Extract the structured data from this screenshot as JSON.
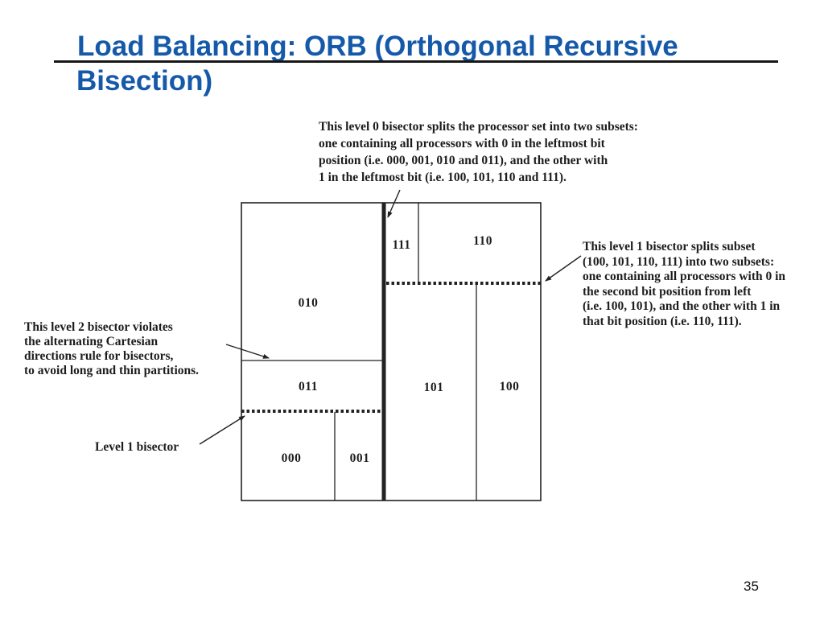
{
  "colors": {
    "title-color": "#1559a9",
    "ink": "#1d1d1d"
  },
  "slide": {
    "title_line1": "Load Balancing: ORB (Orthogonal Recursive",
    "title_line2": "Bisection)",
    "page_number": "35"
  },
  "figure": {
    "annotation_level0": "This level 0 bisector splits the processor set into two subsets:\none containing all processors with 0 in the leftmost bit\nposition (i.e. 000, 001, 010 and 011), and the other with\n1 in the leftmost bit (i.e. 100, 101, 110 and 111).",
    "annotation_level1_right": "This level 1 bisector splits subset\n(100, 101, 110, 111) into two subsets:\none containing all processors with 0 in\nthe second bit position from left\n(i.e. 100, 101), and the other with 1 in\nthat bit position (i.e. 110, 111).",
    "annotation_level2_left": "This level 2 bisector violates\nthe alternating Cartesian\ndirections rule for bisectors,\nto avoid long and thin partitions.",
    "label_level1_bisector": "Level 1 bisector",
    "regions": {
      "r010": "010",
      "r011": "011",
      "r000": "000",
      "r001": "001",
      "r111": "111",
      "r110": "110",
      "r101": "101",
      "r100": "100"
    }
  }
}
